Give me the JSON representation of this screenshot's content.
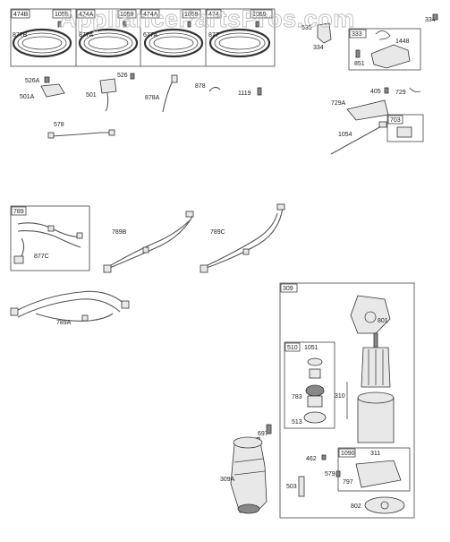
{
  "watermark": "AppliancePartsPros.com",
  "labels": {
    "l474B": "474B",
    "l1059": "1059",
    "l474A": "474A",
    "l1059b": "1059",
    "l474Ab": "474A",
    "l1059c": "1059",
    "l474": "474",
    "l1059d": "1059",
    "l877B": "877B",
    "l877A": "877A",
    "l677A": "677A",
    "l877": "877",
    "l334a": "334",
    "l535": "535",
    "l334b": "334",
    "l333": "333",
    "l1448": "1448",
    "l851": "851",
    "l526A": "526A",
    "l526": "526",
    "l501A": "501A",
    "l501": "501",
    "l878A": "878A",
    "l878": "878",
    "l1119": "1119",
    "l405": "405",
    "l729": "729",
    "l729A": "729A",
    "l578": "578",
    "l1054": "1054",
    "l703": "703",
    "l789": "789",
    "l877C": "877C",
    "l789B": "789B",
    "l789C": "789C",
    "l789A": "789A",
    "l309": "309",
    "l801": "801",
    "l510": "510",
    "l1051": "1051",
    "l783": "783",
    "l310": "310",
    "l513": "513",
    "l697": "697",
    "l309A": "309A",
    "l462": "462",
    "l1090": "1090",
    "l311": "311",
    "l579": "579",
    "l797": "797",
    "l503": "503",
    "l802": "802"
  }
}
